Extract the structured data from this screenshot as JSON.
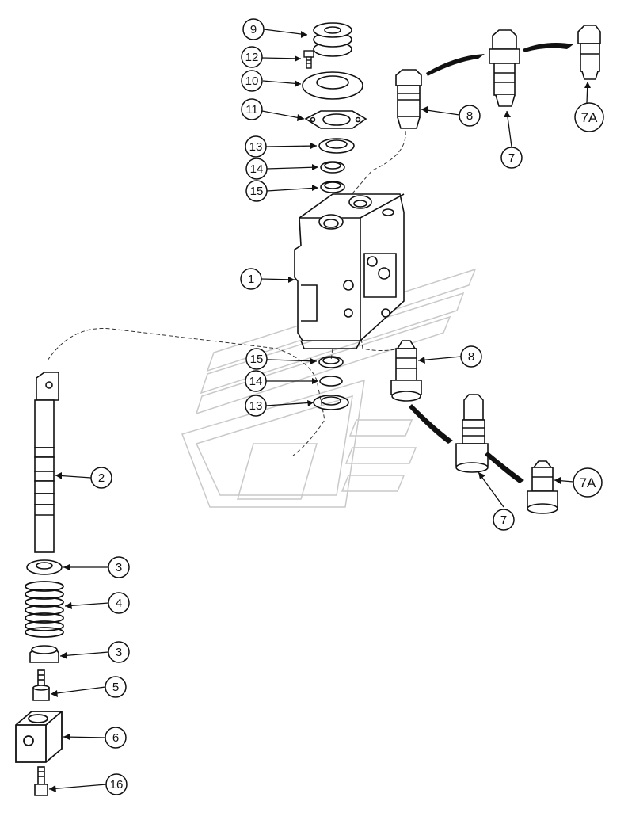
{
  "callouts": [
    {
      "id": "c9",
      "label": "9"
    },
    {
      "id": "c12",
      "label": "12"
    },
    {
      "id": "c10",
      "label": "10"
    },
    {
      "id": "c11",
      "label": "11"
    },
    {
      "id": "c13t",
      "label": "13"
    },
    {
      "id": "c14t",
      "label": "14"
    },
    {
      "id": "c15t",
      "label": "15"
    },
    {
      "id": "c1",
      "label": "1"
    },
    {
      "id": "c8t",
      "label": "8"
    },
    {
      "id": "c7t",
      "label": "7"
    },
    {
      "id": "c7at",
      "label": "7A"
    },
    {
      "id": "c15b",
      "label": "15"
    },
    {
      "id": "c14b",
      "label": "14"
    },
    {
      "id": "c13b",
      "label": "13"
    },
    {
      "id": "c8b",
      "label": "8"
    },
    {
      "id": "c7b",
      "label": "7"
    },
    {
      "id": "c7ab",
      "label": "7A"
    },
    {
      "id": "c2",
      "label": "2"
    },
    {
      "id": "c3a",
      "label": "3"
    },
    {
      "id": "c4",
      "label": "4"
    },
    {
      "id": "c3b",
      "label": "3"
    },
    {
      "id": "c5",
      "label": "5"
    },
    {
      "id": "c6",
      "label": "6"
    },
    {
      "id": "c16",
      "label": "16"
    }
  ]
}
